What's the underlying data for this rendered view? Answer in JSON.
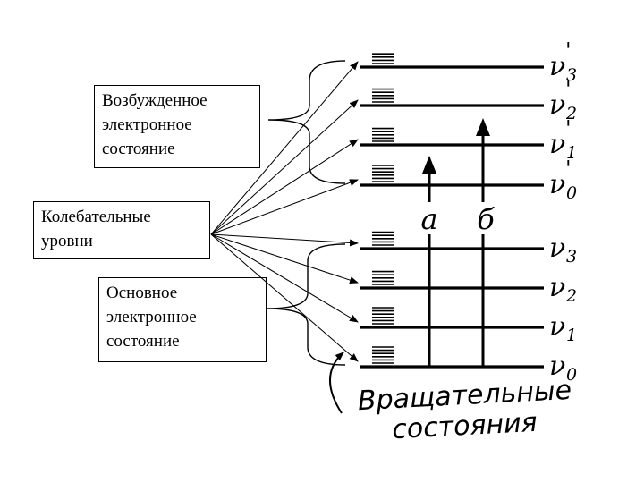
{
  "boxes": {
    "excited": {
      "lines": [
        "Возбужденное",
        "электронное",
        "состояние"
      ]
    },
    "vibrational": {
      "lines": [
        "Колебательные",
        "уровни"
      ]
    },
    "ground": {
      "lines": [
        "Основное",
        "электронное",
        "состояние"
      ]
    }
  },
  "levels": {
    "excited": [
      {
        "symbol": "ν",
        "sub": "3",
        "prime": "'"
      },
      {
        "symbol": "ν",
        "sub": "2",
        "prime": "'"
      },
      {
        "symbol": "ν",
        "sub": "1",
        "prime": "'"
      },
      {
        "symbol": "ν",
        "sub": "0",
        "prime": "'"
      }
    ],
    "ground": [
      {
        "symbol": "ν",
        "sub": "3",
        "prime": ""
      },
      {
        "symbol": "ν",
        "sub": "2",
        "prime": ""
      },
      {
        "symbol": "ν",
        "sub": "1",
        "prime": ""
      },
      {
        "symbol": "ν",
        "sub": "0",
        "prime": ""
      }
    ]
  },
  "transitions": [
    {
      "label": "а"
    },
    {
      "label": "б"
    }
  ],
  "rotational_caption": [
    "Вращательные",
    "состояния"
  ]
}
